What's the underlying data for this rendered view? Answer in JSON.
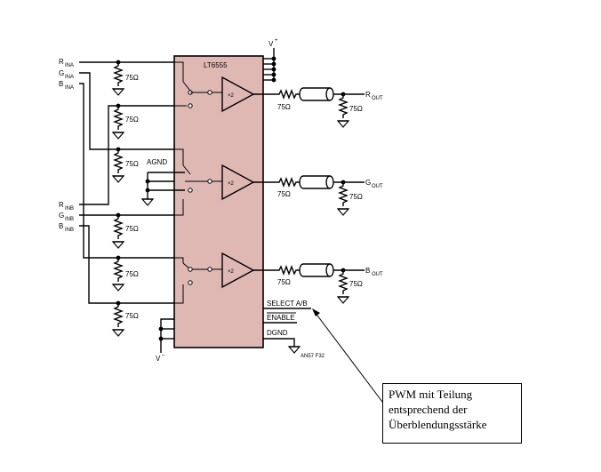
{
  "chip": {
    "name": "LT6555",
    "fill": "#dfb8b4"
  },
  "inputs_a": [
    {
      "main": "R",
      "sub": "INA"
    },
    {
      "main": "G",
      "sub": "INA"
    },
    {
      "main": "B",
      "sub": "INA"
    }
  ],
  "inputs_b": [
    {
      "main": "R",
      "sub": "INB"
    },
    {
      "main": "G",
      "sub": "INB"
    },
    {
      "main": "B",
      "sub": "INB"
    }
  ],
  "outputs": [
    {
      "main": "R",
      "sub": "OUT"
    },
    {
      "main": "G",
      "sub": "OUT"
    },
    {
      "main": "B",
      "sub": "OUT"
    }
  ],
  "amp_gain": "×2",
  "resistor_value": "75Ω",
  "supply_pos": "V",
  "supply_pos_sup": "+",
  "supply_neg": "V",
  "supply_neg_sup": "–",
  "agnd": "AGND",
  "control_pins": {
    "select": "SELECT A/B",
    "enable": "ENABLE",
    "dgnd": "DGND"
  },
  "figure_code": "AN57 F32",
  "callout": {
    "lines": [
      "PWM mit Teilung",
      "entsprechend der",
      "Überblendungsstärke"
    ]
  }
}
